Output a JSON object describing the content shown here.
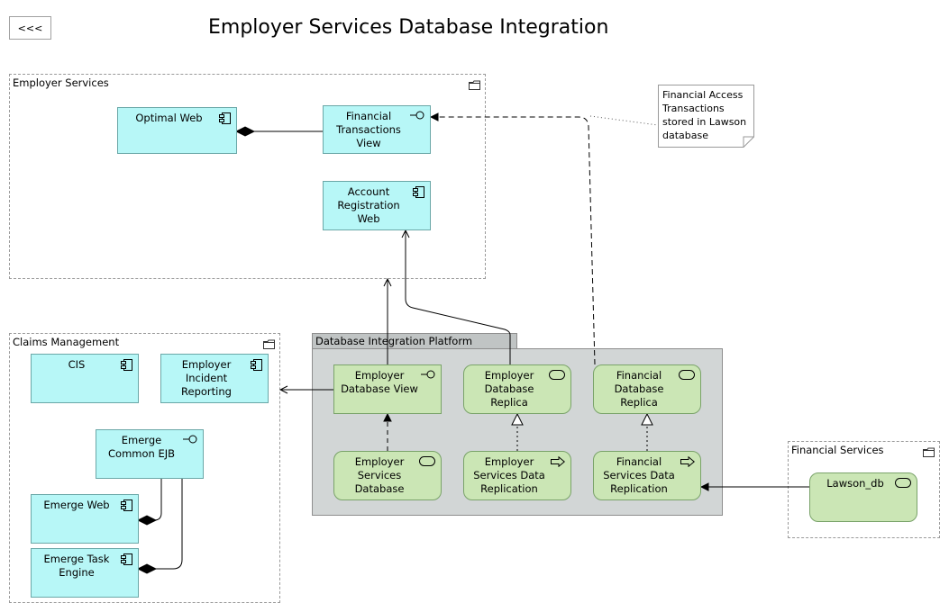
{
  "page": {
    "title": "Employer Services Database Integration",
    "back_label": "<<<"
  },
  "groups": {
    "employer_services": "Employer Services",
    "claims_management": "Claims Management",
    "financial_services": "Financial Services",
    "database_integration_platform": "Database Integration Platform"
  },
  "nodes": {
    "optimal_web": "Optimal Web",
    "financial_transactions_view": "Financial\nTransactions\nView",
    "account_registration_web": "Account\nRegistration\nWeb",
    "cis": "CIS",
    "employer_incident_reporting": "Employer\nIncident\nReporting",
    "emerge_common_ejb": "Emerge\nCommon EJB",
    "emerge_web": "Emerge Web",
    "emerge_task_engine": "Emerge Task\nEngine",
    "employer_database_view": "Employer\nDatabase View",
    "employer_database_replica": "Employer\nDatabase\nReplica",
    "financial_database_replica": "Financial\nDatabase\nReplica",
    "employer_services_database": "Employer\nServices\nDatabase",
    "employer_services_data_replication": "Employer\nServices Data\nReplication",
    "financial_services_data_replication": "Financial\nServices Data\nReplication",
    "lawson_db": "Lawson_db"
  },
  "note": {
    "text": "Financial Access\nTransactions\nstored in Lawson\ndatabase"
  },
  "colors": {
    "application_component": "#b7f7f7",
    "technology_service": "#cbe6b5",
    "platform": "#d2d6d6"
  }
}
